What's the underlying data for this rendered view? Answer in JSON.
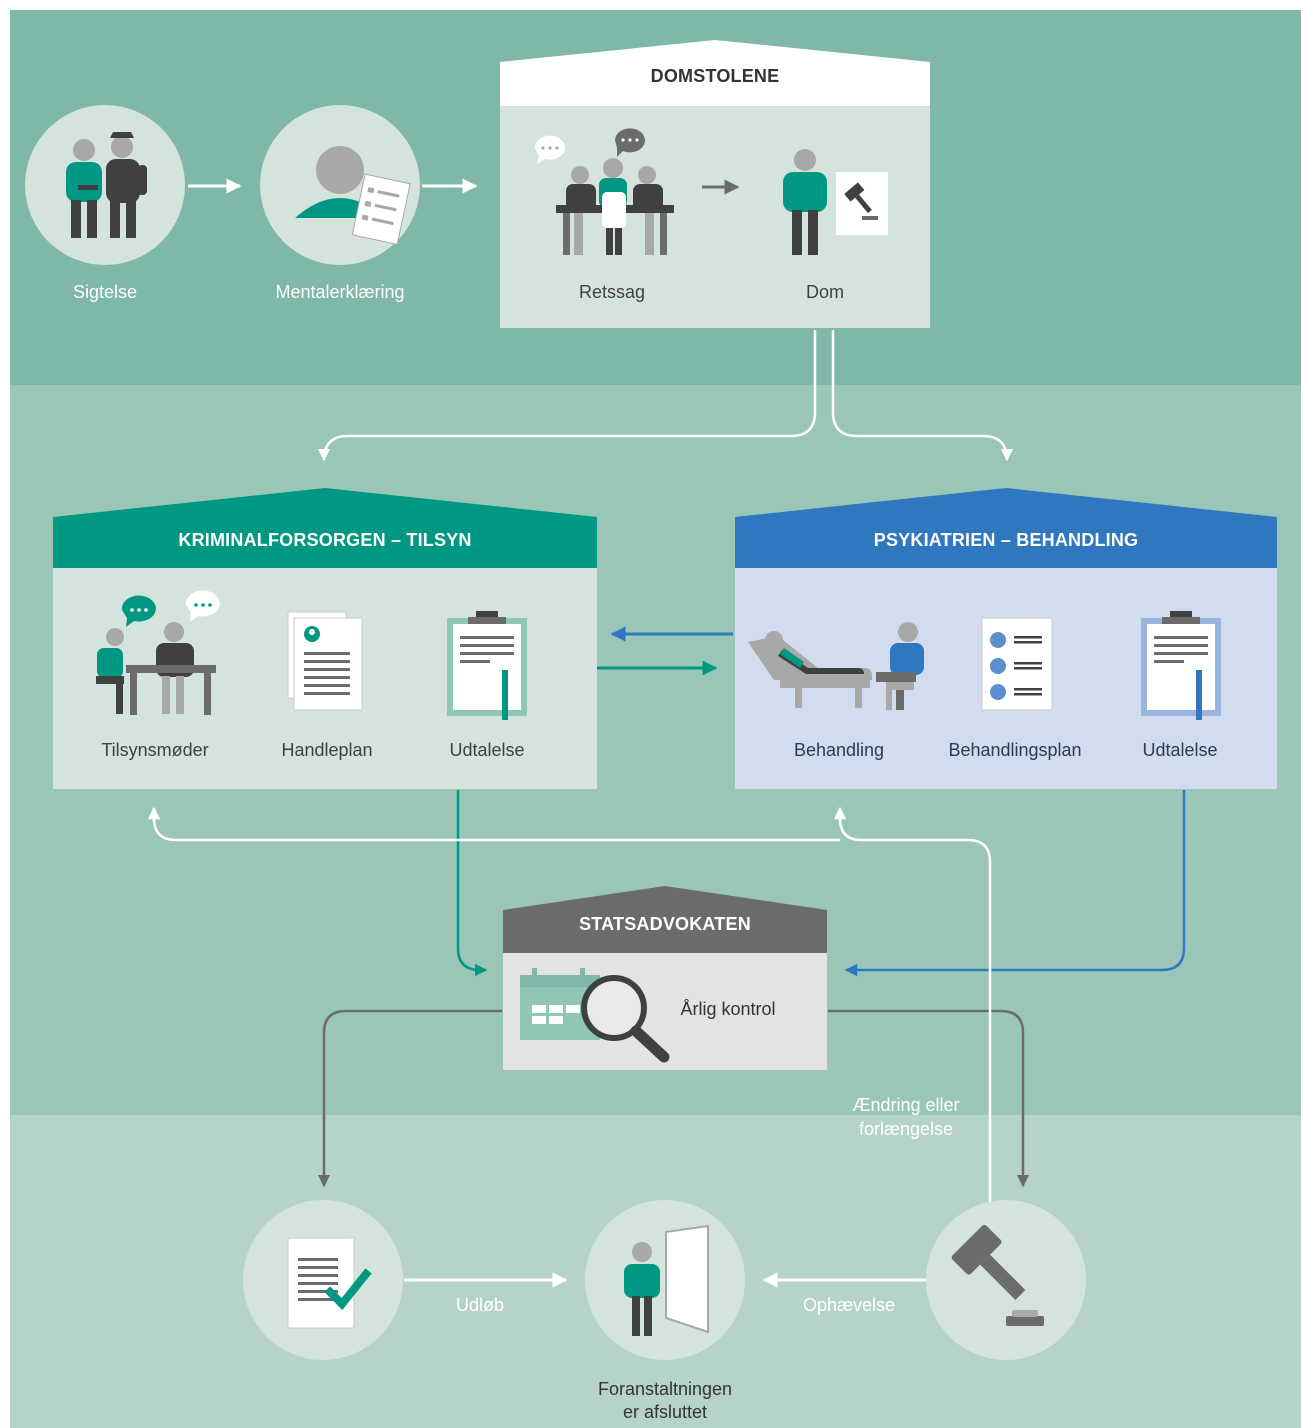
{
  "colors": {
    "band_top": "#7fb8a8",
    "band_mid": "#9ac6b8",
    "band_bottom": "#b5d3c8",
    "circle": "#d4e4dd",
    "box_light": "#d4e4dd",
    "green": "#009882",
    "blue": "#2f78c0",
    "blue_box": "#d2dcef",
    "gray_header": "#6b6b6b",
    "gray_box": "#e3e3e3",
    "figure_gray": "#a8a8a8",
    "figure_dark": "#404040"
  },
  "intake": {
    "sigtelse": "Sigtelse",
    "mentalerklaering": "Mentalerklæring"
  },
  "domstolene": {
    "title": "DOMSTOLENE",
    "retssag": "Retssag",
    "dom": "Dom"
  },
  "kriminal": {
    "title": "KRIMINALFORSORGEN – TILSYN",
    "items": [
      "Tilsynsmøder",
      "Handleplan",
      "Udtalelse"
    ]
  },
  "psyk": {
    "title": "PSYKIATRIEN – BEHANDLING",
    "items": [
      "Behandling",
      "Behandlingsplan",
      "Udtalelse"
    ]
  },
  "statsadvokaten": {
    "title": "STATSADVOKATEN",
    "kontrol": "Årlig kontrol"
  },
  "outcomes": {
    "aendring": [
      "Ændring eller",
      "forlængelse"
    ],
    "udloeb": "Udløb",
    "ophaevelse": "Ophævelse",
    "afsluttet": [
      "Foranstaltningen",
      "er afsluttet"
    ]
  }
}
